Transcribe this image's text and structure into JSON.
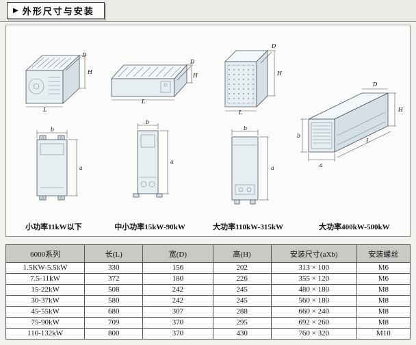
{
  "header": {
    "arrow": "▶",
    "title": "外形尺寸与安装"
  },
  "colors": {
    "table_header_bg": "#cbc9c6",
    "panel_bg": "#fbfbfa"
  },
  "dims": {
    "D": "D",
    "H": "H",
    "L": "L",
    "a": "a",
    "b": "b"
  },
  "figures": [
    {
      "caption": "小功率11kW以下"
    },
    {
      "caption": "中小功率15kW-90kW"
    },
    {
      "caption": "大功率110kW-315kW"
    },
    {
      "caption": "大功率400kW-500kW"
    }
  ],
  "table": {
    "headers": [
      "6000系列",
      "长(L)",
      "宽(D)",
      "高(H)",
      "安装尺寸(aXb)",
      "安装螺丝"
    ],
    "rows": [
      [
        "1.5KW-5.5kW",
        "330",
        "156",
        "202",
        "313 × 100",
        "M6"
      ],
      [
        "7.5-11kW",
        "372",
        "180",
        "226",
        "355 × 120",
        "M6"
      ],
      [
        "15-22kW",
        "508",
        "242",
        "245",
        "480 × 180",
        "M8"
      ],
      [
        "30-37kW",
        "580",
        "242",
        "245",
        "560 × 180",
        "M8"
      ],
      [
        "45-55kW",
        "680",
        "307",
        "288",
        "660 × 240",
        "M8"
      ],
      [
        "75-90kW",
        "709",
        "370",
        "295",
        "692 × 260",
        "M8"
      ],
      [
        "110-132kW",
        "800",
        "370",
        "430",
        "760 × 320",
        "M10"
      ]
    ]
  }
}
